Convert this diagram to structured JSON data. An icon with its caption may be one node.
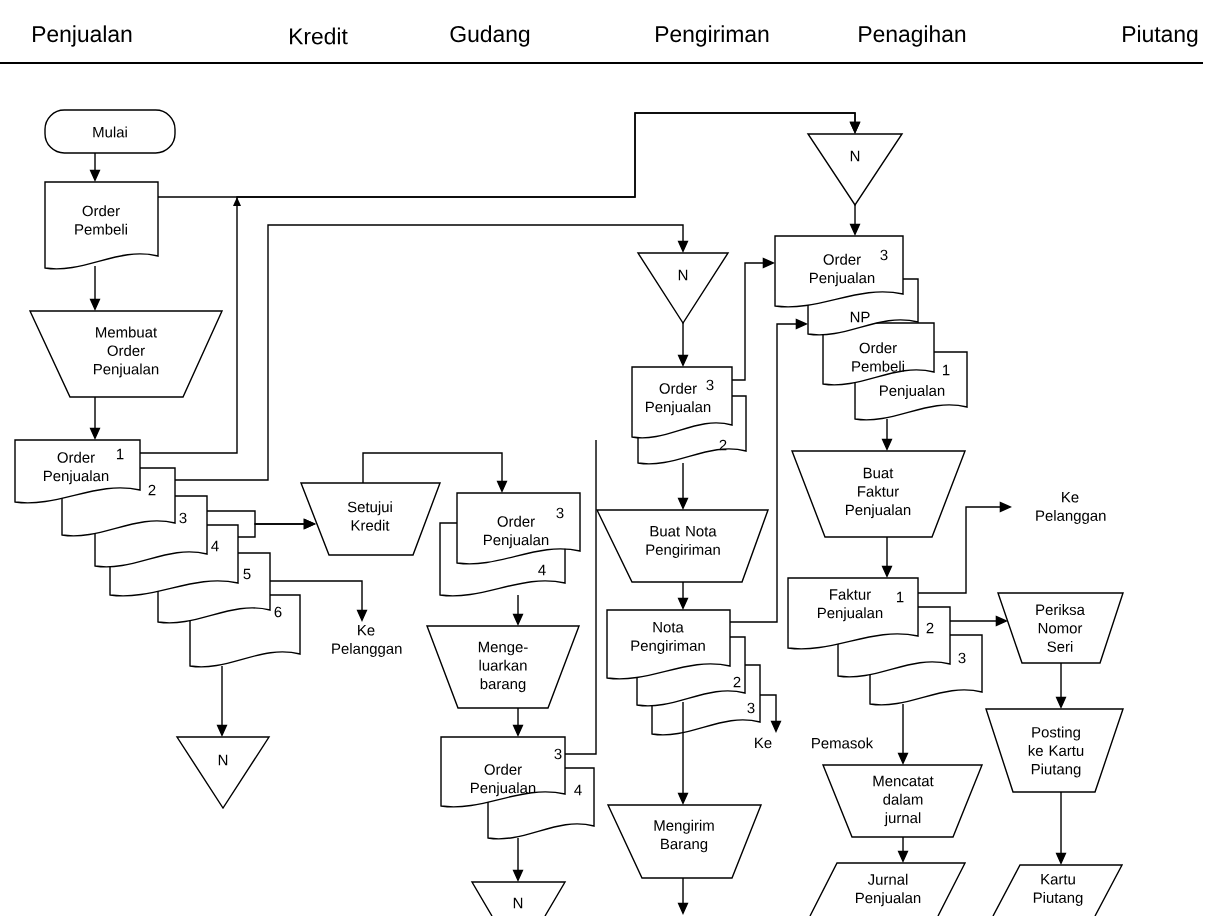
{
  "diagram": {
    "nodes": [
      {
        "text": [
          "Mulai"
        ]
      },
      {
        "text": [
          "Order Pembeli"
        ]
      },
      {
        "text": [
          "Membuat Order Penjualan"
        ]
      },
      {
        "text": [
          "Order Penjualan",
          "1",
          "2",
          "3",
          "4",
          "5",
          "6"
        ]
      },
      {
        "text": [
          "N"
        ]
      },
      {
        "text": [
          "Setujui Kredit"
        ]
      },
      {
        "text": [
          "Ke Pelanggan"
        ]
      },
      {
        "text": [
          "Order Penjualan",
          "3",
          "4"
        ]
      },
      {
        "text": [
          "Menge- luarkan barang"
        ]
      },
      {
        "text": [
          "Order Penjualan",
          "3",
          "4"
        ]
      },
      {
        "text": [
          "N"
        ]
      },
      {
        "text": [
          "N"
        ]
      },
      {
        "text": [
          "Order Penjualan",
          "3",
          "2"
        ]
      },
      {
        "text": [
          "Buat Nota Pengiriman"
        ]
      },
      {
        "text": [
          "Nota Pengiriman",
          "2",
          "3"
        ]
      },
      {
        "text": [
          "Ke"
        ]
      },
      {
        "text": [
          "Mengirim Barang"
        ]
      },
      {
        "text": [
          "N"
        ]
      },
      {
        "text": [
          "Order Penjualan",
          "3",
          "NP",
          "Order Pembeli",
          "1",
          "Penjualan"
        ]
      },
      {
        "text": [
          "Buat Faktur Penjualan"
        ]
      },
      {
        "text": [
          "Ke Pelanggan"
        ]
      },
      {
        "text": [
          "Faktur Penjualan",
          "1",
          "2",
          "3"
        ]
      },
      {
        "text": [
          "Periksa Nomor Seri"
        ]
      },
      {
        "text": [
          "Posting ke Kartu Piutang"
        ]
      },
      {
        "text": [
          "Mencatat dalam jurnal"
        ]
      },
      {
        "text": [
          "Jurnal Penjualan"
        ]
      },
      {
        "text": [
          "Kartu Piutang"
        ]
      }
    ],
    "edges": [
      {
        "from": 0,
        "to": 1,
        "arrow": "to"
      },
      {
        "from": 1,
        "to": 2,
        "arrow": "to"
      },
      {
        "from": 2,
        "to": 3,
        "arrow": "to"
      },
      {
        "from": 1,
        "to": 17,
        "arrow": "to"
      },
      {
        "from": 3,
        "to": 17,
        "arrow": "to"
      },
      {
        "from": 3,
        "to": 11,
        "arrow": "to"
      },
      {
        "from": 3,
        "to": 5,
        "arrow": "to"
      },
      {
        "from": 3,
        "to": 5,
        "arrow": "to"
      },
      {
        "from": 3,
        "to": 6,
        "arrow": "to"
      },
      {
        "from": 3,
        "to": 4,
        "arrow": "to"
      },
      {
        "from": 5,
        "to": 7,
        "arrow": "to"
      },
      {
        "from": 7,
        "to": 8,
        "arrow": "to"
      },
      {
        "from": 8,
        "to": 9,
        "arrow": "to"
      },
      {
        "from": 9,
        "to": 10,
        "arrow": "to"
      },
      {
        "from": 9,
        "to": null,
        "arrow": "none"
      },
      {
        "from": 11,
        "to": 12,
        "arrow": "to"
      },
      {
        "from": 12,
        "to": 18,
        "arrow": "to"
      },
      {
        "from": 12,
        "to": 13,
        "arrow": "to"
      },
      {
        "from": 13,
        "to": 14,
        "arrow": "to"
      },
      {
        "from": 14,
        "to": 18,
        "arrow": "to"
      },
      {
        "from": 14,
        "to": 15,
        "arrow": "to"
      },
      {
        "from": 14,
        "to": 16,
        "arrow": "to"
      },
      {
        "from": 16,
        "to": null,
        "arrow": "to"
      },
      {
        "from": 17,
        "to": 18,
        "arrow": "to"
      },
      {
        "from": 18,
        "to": 19,
        "arrow": "to"
      },
      {
        "from": 19,
        "to": 21,
        "arrow": "to"
      },
      {
        "from": 21,
        "to": 20,
        "arrow": "to"
      },
      {
        "from": 21,
        "to": 22,
        "arrow": "to"
      },
      {
        "from": 21,
        "to": 24,
        "arrow": "to"
      },
      {
        "from": 24,
        "to": 25,
        "arrow": "to"
      },
      {
        "from": 22,
        "to": 23,
        "arrow": "to"
      },
      {
        "from": 23,
        "to": 26,
        "arrow": "to"
      }
    ],
    "labels": [
      "Penjualan",
      "Kredit",
      "Gudang",
      "Pengiriman",
      "Penagihan",
      "Piutang",
      "Pemasok"
    ]
  }
}
